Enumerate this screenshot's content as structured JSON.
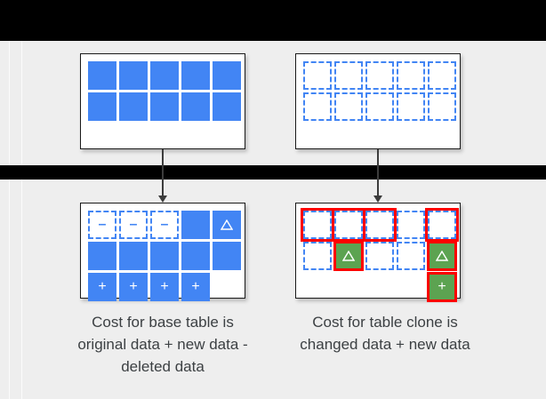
{
  "theme": {
    "background": "#EEEEEE",
    "bar_color": "#000000",
    "blue": "#4285F4",
    "green": "#5CA351",
    "red_highlight": "#FF0000",
    "box_border": "#1A1A1A",
    "text_color": "#3C4043"
  },
  "diagram": {
    "top_row": {
      "base_table": {
        "name": "base-table-initial",
        "rows": [
          [
            "filled",
            "filled",
            "filled",
            "filled",
            "filled"
          ],
          [
            "filled",
            "filled",
            "filled",
            "filled",
            "filled"
          ]
        ],
        "glyphs": [
          [
            "",
            "",
            "",
            "",
            ""
          ],
          [
            "",
            "",
            "",
            "",
            ""
          ]
        ],
        "highlights": [
          [
            false,
            false,
            false,
            false,
            false
          ],
          [
            false,
            false,
            false,
            false,
            false
          ]
        ]
      },
      "clone_table": {
        "name": "clone-table-initial",
        "rows": [
          [
            "outlined",
            "outlined",
            "outlined",
            "outlined",
            "outlined"
          ],
          [
            "outlined",
            "outlined",
            "outlined",
            "outlined",
            "outlined"
          ]
        ],
        "glyphs": [
          [
            "",
            "",
            "",
            "",
            ""
          ],
          [
            "",
            "",
            "",
            "",
            ""
          ]
        ],
        "highlights": [
          [
            false,
            false,
            false,
            false,
            false
          ],
          [
            false,
            false,
            false,
            false,
            false
          ]
        ]
      }
    },
    "bottom_row": {
      "base_table": {
        "name": "base-table-after",
        "rows": [
          [
            "outlined",
            "outlined",
            "outlined",
            "filled",
            "filled"
          ],
          [
            "filled",
            "filled",
            "filled",
            "filled",
            "filled"
          ],
          [
            "filled",
            "filled",
            "filled",
            "filled",
            "empty"
          ]
        ],
        "glyphs": [
          [
            "minus",
            "minus",
            "minus",
            "",
            "delta"
          ],
          [
            "",
            "",
            "",
            "",
            ""
          ],
          [
            "plus",
            "plus",
            "plus",
            "plus",
            ""
          ]
        ],
        "highlights": [
          [
            false,
            false,
            false,
            false,
            false
          ],
          [
            false,
            false,
            false,
            false,
            false
          ],
          [
            false,
            false,
            false,
            false,
            false
          ]
        ]
      },
      "clone_table": {
        "name": "clone-table-after",
        "rows": [
          [
            "outlined",
            "outlined",
            "outlined",
            "outlined",
            "outlined"
          ],
          [
            "outlined",
            "changed",
            "outlined",
            "outlined",
            "changed"
          ],
          [
            "empty",
            "empty",
            "empty",
            "empty",
            "changed"
          ]
        ],
        "glyphs": [
          [
            "",
            "",
            "",
            "",
            ""
          ],
          [
            "",
            "delta",
            "",
            "",
            "delta"
          ],
          [
            "",
            "",
            "",
            "",
            "plus"
          ]
        ],
        "highlights": [
          [
            true,
            true,
            true,
            false,
            true
          ],
          [
            false,
            true,
            false,
            false,
            true
          ],
          [
            false,
            false,
            false,
            false,
            true
          ]
        ]
      }
    },
    "arrows": [
      {
        "name": "arrow-base-table",
        "from": "base-table-initial",
        "to": "base-table-after"
      },
      {
        "name": "arrow-clone-table",
        "from": "clone-table-initial",
        "to": "clone-table-after"
      }
    ]
  },
  "captions": {
    "base": "Cost for base table is original data + new data - deleted data",
    "clone": "Cost for table clone is changed data + new data"
  },
  "glyph_map": {
    "minus": "–",
    "plus": "+",
    "delta": "△"
  }
}
